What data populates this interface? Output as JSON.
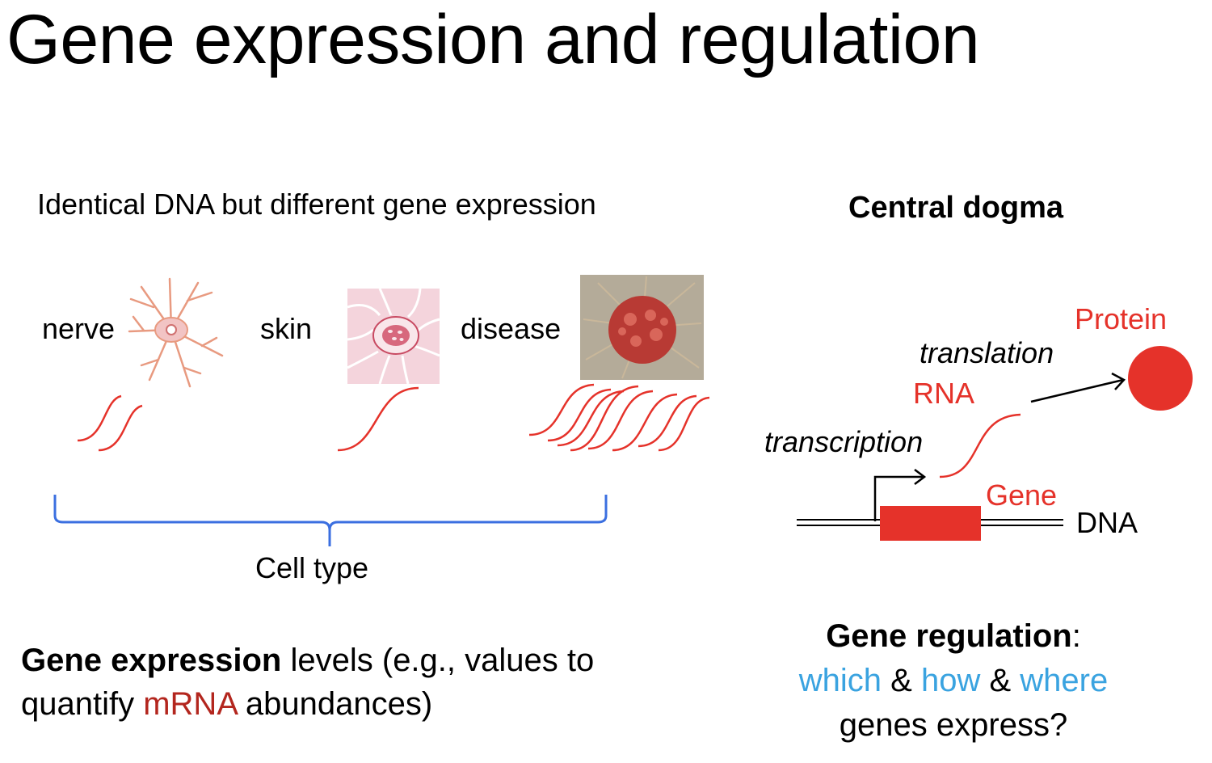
{
  "title": "Gene expression and regulation",
  "left": {
    "subtitle": "Identical DNA but different gene expression",
    "cells": [
      {
        "label": "nerve",
        "image": "nerve-cell-illustration",
        "mrna_count": 2
      },
      {
        "label": "skin",
        "image": "skin-cell-illustration",
        "mrna_count": 1
      },
      {
        "label": "disease",
        "image": "diseased-cell-micrograph",
        "mrna_count": 8
      }
    ],
    "brace_label": "Cell type",
    "expression": {
      "bold": "Gene expression",
      "part1": " levels (e.g., values to",
      "part2": "quantify ",
      "highlight": "mRNA",
      "part3": " abundances)"
    }
  },
  "right": {
    "title": "Central dogma",
    "labels": {
      "protein": "Protein",
      "translation": "translation",
      "rna": "RNA",
      "transcription": "transcription",
      "gene": "Gene",
      "dna": "DNA"
    },
    "regulation": {
      "bold": "Gene regulation",
      "colon": ":",
      "q1": "which",
      "amp1": " & ",
      "q2": "how",
      "amp2": " & ",
      "q3": "where",
      "line3": "genes express?"
    }
  },
  "colors": {
    "red": "#e5322a",
    "dark_red": "#b3261e",
    "blue": "#3aa3e0",
    "brace_blue": "#3b6fe0"
  }
}
